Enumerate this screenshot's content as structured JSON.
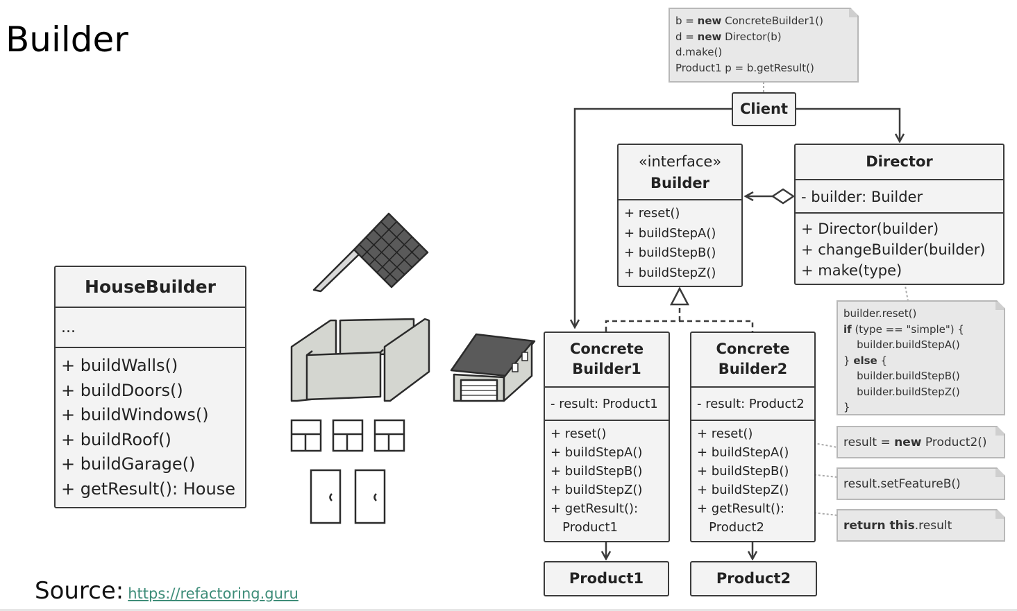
{
  "title": "Builder",
  "source": {
    "label": "Source:",
    "link": "https://refactoring.guru"
  },
  "house_builder": {
    "name": "HouseBuilder",
    "fields": "...",
    "methods": [
      "+ buildWalls()",
      "+ buildDoors()",
      "+ buildWindows()",
      "+ buildRoof()",
      "+ buildGarage()",
      "+ getResult(): House"
    ]
  },
  "client": {
    "name": "Client"
  },
  "client_note": {
    "lines": [
      {
        "kw": "",
        "a": "b = ",
        "b": "new",
        "c": " ConcreteBuilder1()"
      },
      {
        "kw": "",
        "a": "d = ",
        "b": "new",
        "c": " Director(b)"
      },
      {
        "kw": "",
        "a": "d.make()",
        "b": "",
        "c": ""
      },
      {
        "kw": "",
        "a": "Product1 p = b.getResult()",
        "b": "",
        "c": ""
      }
    ]
  },
  "builder": {
    "stereotype": "«interface»",
    "name": "Builder",
    "methods": [
      "+ reset()",
      "+ buildStepA()",
      "+ buildStepB()",
      "+ buildStepZ()"
    ]
  },
  "director": {
    "name": "Director",
    "fields": [
      "- builder: Builder"
    ],
    "methods": [
      "+ Director(builder)",
      "+ changeBuilder(builder)",
      "+ make(type)"
    ]
  },
  "director_note": {
    "lines": [
      {
        "a": "builder.reset()",
        "b": "",
        "c": ""
      },
      {
        "a": "",
        "b": "if",
        "c": " (type == \"simple\") {"
      },
      {
        "a": "    builder.buildStepA()",
        "b": "",
        "c": ""
      },
      {
        "a": "} ",
        "b": "else",
        "c": " {"
      },
      {
        "a": "    builder.buildStepB()",
        "b": "",
        "c": ""
      },
      {
        "a": "    builder.buildStepZ()",
        "b": "",
        "c": ""
      },
      {
        "a": "}",
        "b": "",
        "c": ""
      }
    ]
  },
  "concrete1": {
    "name1": "Concrete",
    "name2": "Builder1",
    "fields": [
      "- result: Product1"
    ],
    "methods": [
      "+ reset()",
      "+ buildStepA()",
      "+ buildStepB()",
      "+ buildStepZ()",
      "+ getResult():",
      "   Product1"
    ]
  },
  "concrete2": {
    "name1": "Concrete",
    "name2": "Builder2",
    "fields": [
      "- result: Product2"
    ],
    "methods": [
      "+ reset()",
      "+ buildStepA()",
      "+ buildStepB()",
      "+ buildStepZ()",
      "+ getResult():",
      "   Product2"
    ]
  },
  "product1": {
    "name": "Product1"
  },
  "product2": {
    "name": "Product2"
  },
  "notes_right": {
    "reset": {
      "a": "result = ",
      "b": "new",
      "c": " Product2()"
    },
    "stepb": {
      "a": "result.setFeatureB()",
      "b": "",
      "c": ""
    },
    "result": {
      "a": "",
      "b": "return this",
      "c": ".result"
    }
  },
  "colors": {
    "line": "#3b3b3b",
    "box_fill": "#f3f3f3",
    "note_fill": "#e8e8e8",
    "link": "#3d8c78"
  }
}
